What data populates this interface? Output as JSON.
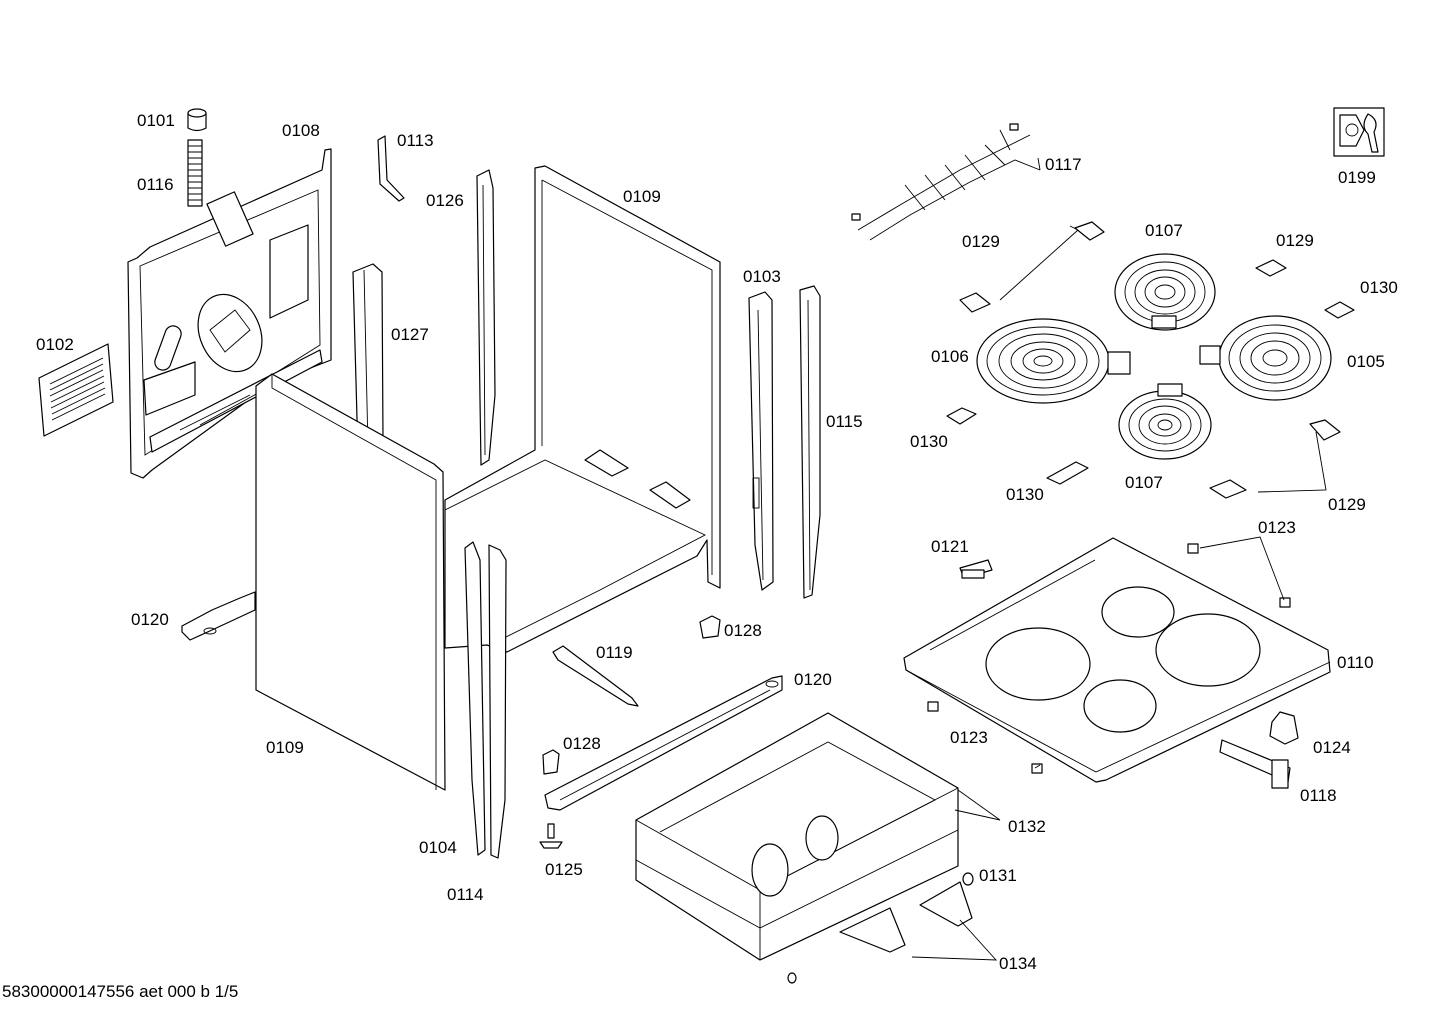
{
  "labels": {
    "p0101": "0101",
    "p0116": "0116",
    "p0108": "0108",
    "p0113": "0113",
    "p0126": "0126",
    "p0109_back": "0109",
    "p0102": "0102",
    "p0127": "0127",
    "p0103": "0103",
    "p0115": "0115",
    "p0120_left": "0120",
    "p0109_side": "0109",
    "p0119": "0119",
    "p0128_a": "0128",
    "p0120_right": "0120",
    "p0128_b": "0128",
    "p0104": "0104",
    "p0114": "0114",
    "p0125": "0125",
    "p0117": "0117",
    "p0199": "0199",
    "p0129_a": "0129",
    "p0107_a": "0107",
    "p0129_b": "0129",
    "p0130_a": "0130",
    "p0106": "0106",
    "p0105": "0105",
    "p0130_b": "0130",
    "p0130_c": "0130",
    "p0107_b": "0107",
    "p0129_c": "0129",
    "p0121": "0121",
    "p0123_a": "0123",
    "p0110": "0110",
    "p0123_b": "0123",
    "p0124": "0124",
    "p0118": "0118",
    "p0132": "0132",
    "p0131": "0131",
    "p0134": "0134"
  },
  "footer": "58300000147556 aet 000 b 1/5",
  "colors": {
    "line": "#000000",
    "background": "#ffffff"
  }
}
